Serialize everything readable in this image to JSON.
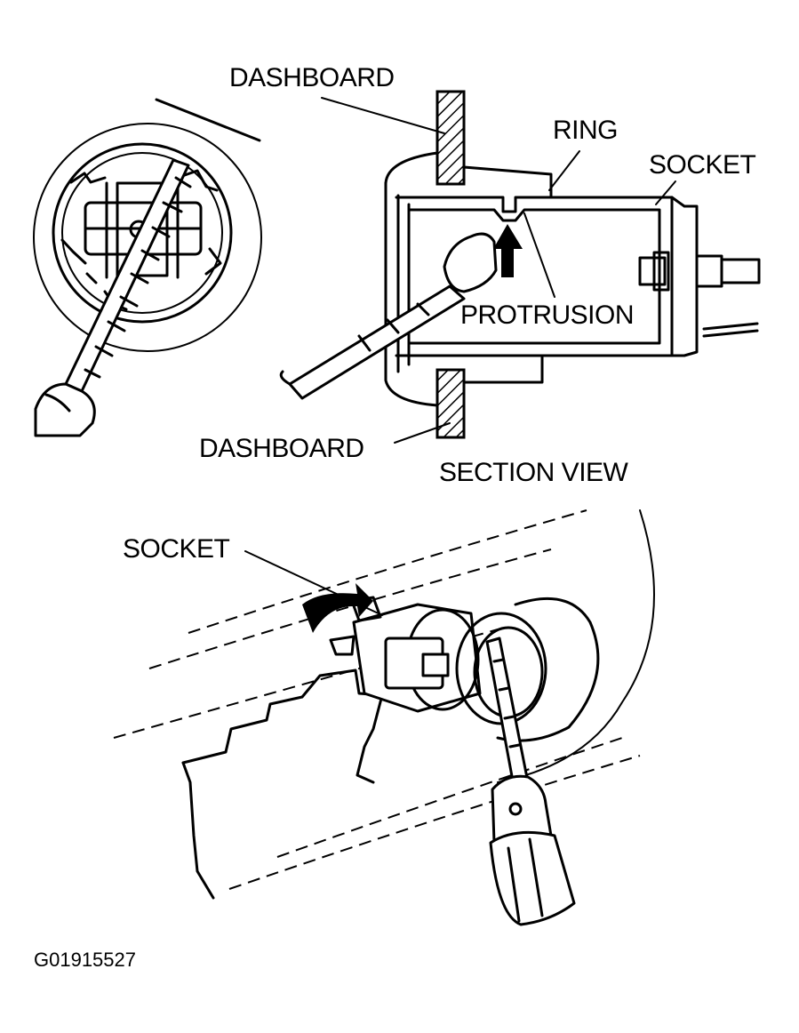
{
  "labels": {
    "dashboard_top": "DASHBOARD",
    "ring": "RING",
    "socket_top": "SOCKET",
    "protrusion": "PROTRUSION",
    "dashboard_bottom": "DASHBOARD",
    "section_view": "SECTION VIEW",
    "socket_bottom": "SOCKET"
  },
  "figure_code": "G01915527"
}
